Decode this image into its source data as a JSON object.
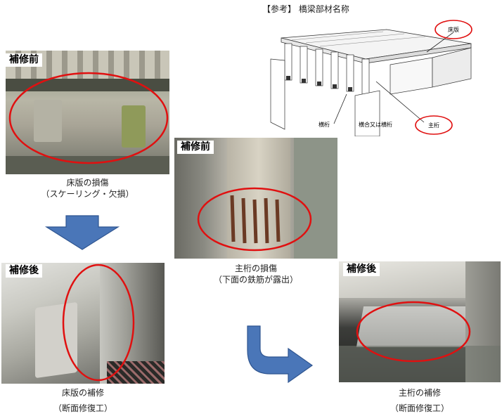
{
  "reference": {
    "title": "【参考】 橋梁部材名称",
    "label_deck": "床版",
    "label_main_girder": "主桁",
    "label_cross_girder": "横桁",
    "label_bracing": "横合又は横桁"
  },
  "before_deck": {
    "tag": "補修前",
    "caption_line1": "床版の損傷",
    "caption_line2": "（スケーリング・欠損）"
  },
  "before_girder": {
    "tag": "補修前",
    "caption_line1": "主桁の損傷",
    "caption_line2": "（下面の鉄筋が露出）"
  },
  "after_deck": {
    "tag": "補修後",
    "caption_line1": "床版の補修",
    "caption_line2": "（断面修復工）"
  },
  "after_girder": {
    "tag": "補修後",
    "caption_line1": "主桁の補修",
    "caption_line2": "（断面修復工）"
  },
  "colors": {
    "highlight": "#e01010",
    "arrow_fill": "#4a76b8",
    "arrow_stroke": "#2f5590"
  }
}
